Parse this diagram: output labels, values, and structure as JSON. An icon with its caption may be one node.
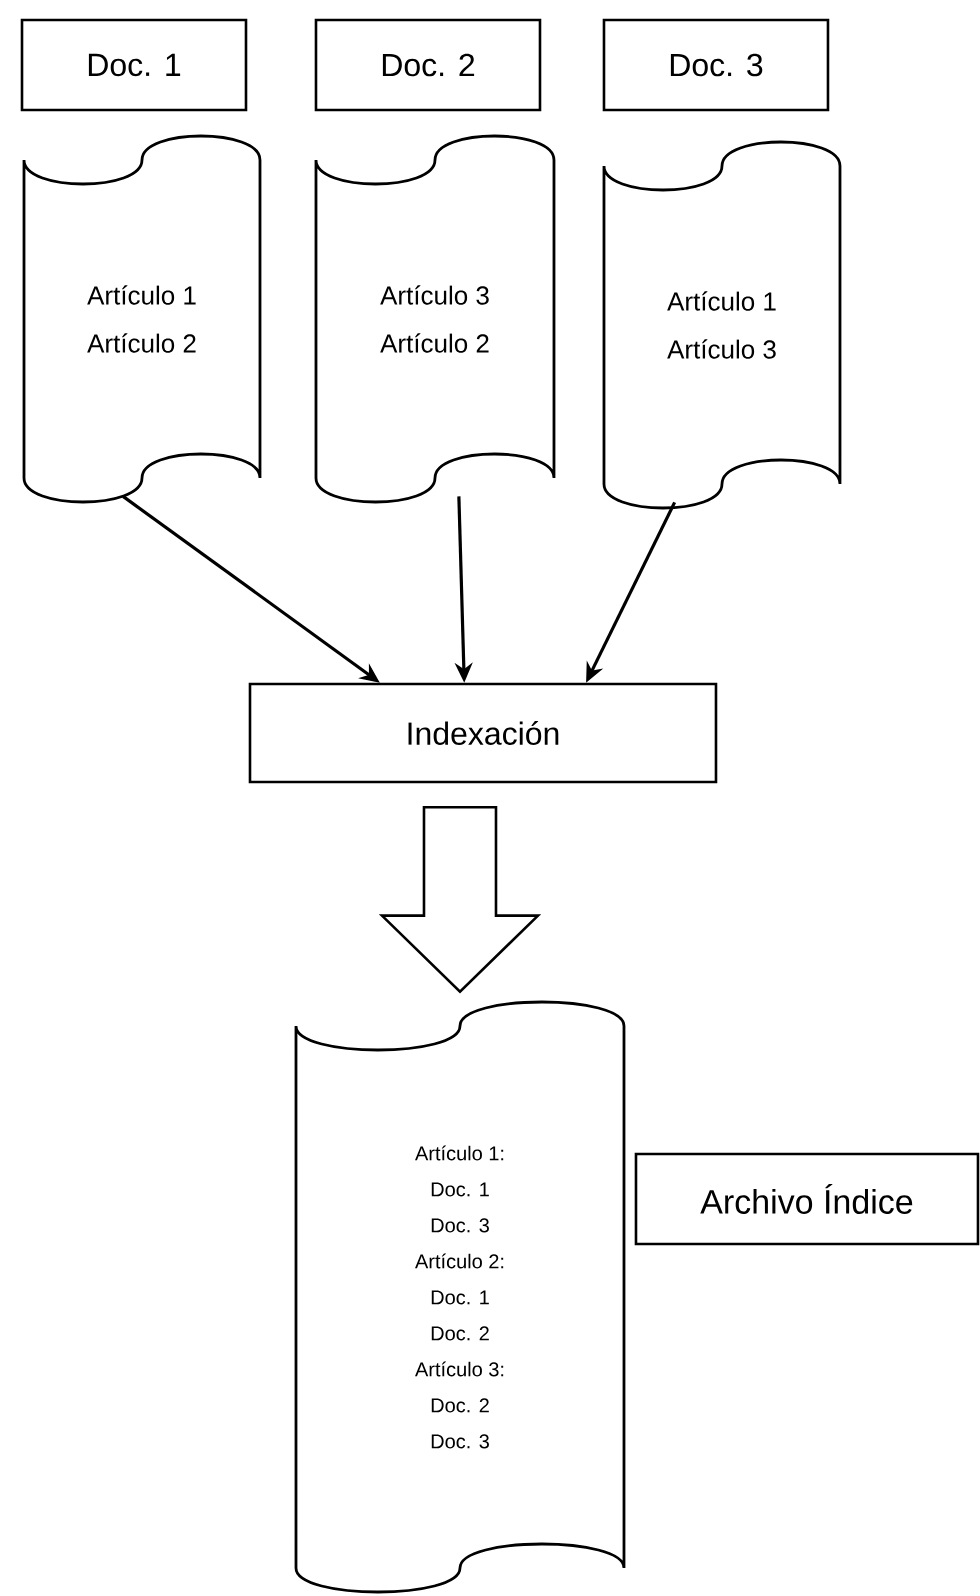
{
  "diagram": {
    "nodes": [
      {
        "text": [
          "Doc. 1"
        ]
      },
      {
        "text": [
          "Doc. 2"
        ]
      },
      {
        "text": [
          "Doc. 3"
        ]
      },
      {
        "text": [
          "Artículo 1",
          "Artículo 2"
        ]
      },
      {
        "text": [
          "Artículo 3",
          "Artículo 2"
        ]
      },
      {
        "text": [
          "Artículo 1",
          "Artículo 3"
        ]
      },
      {
        "text": [
          "Indexación"
        ]
      },
      {
        "text": [
          "Artículo 1:",
          "Doc. 1",
          "Doc. 3",
          "Artículo 2:",
          "Doc. 1",
          "Doc. 2",
          "Artículo 3:",
          "Doc. 2",
          "Doc. 3"
        ]
      },
      {
        "text": [
          "Archivo Índice"
        ]
      }
    ],
    "edges": [
      {
        "from": 3,
        "to": 6,
        "arrow": "to"
      },
      {
        "from": 4,
        "to": 6,
        "arrow": "to"
      },
      {
        "from": 5,
        "to": 6,
        "arrow": "to"
      },
      {
        "from": 6,
        "to": 7,
        "arrow": "to",
        "style": "thick"
      }
    ]
  }
}
